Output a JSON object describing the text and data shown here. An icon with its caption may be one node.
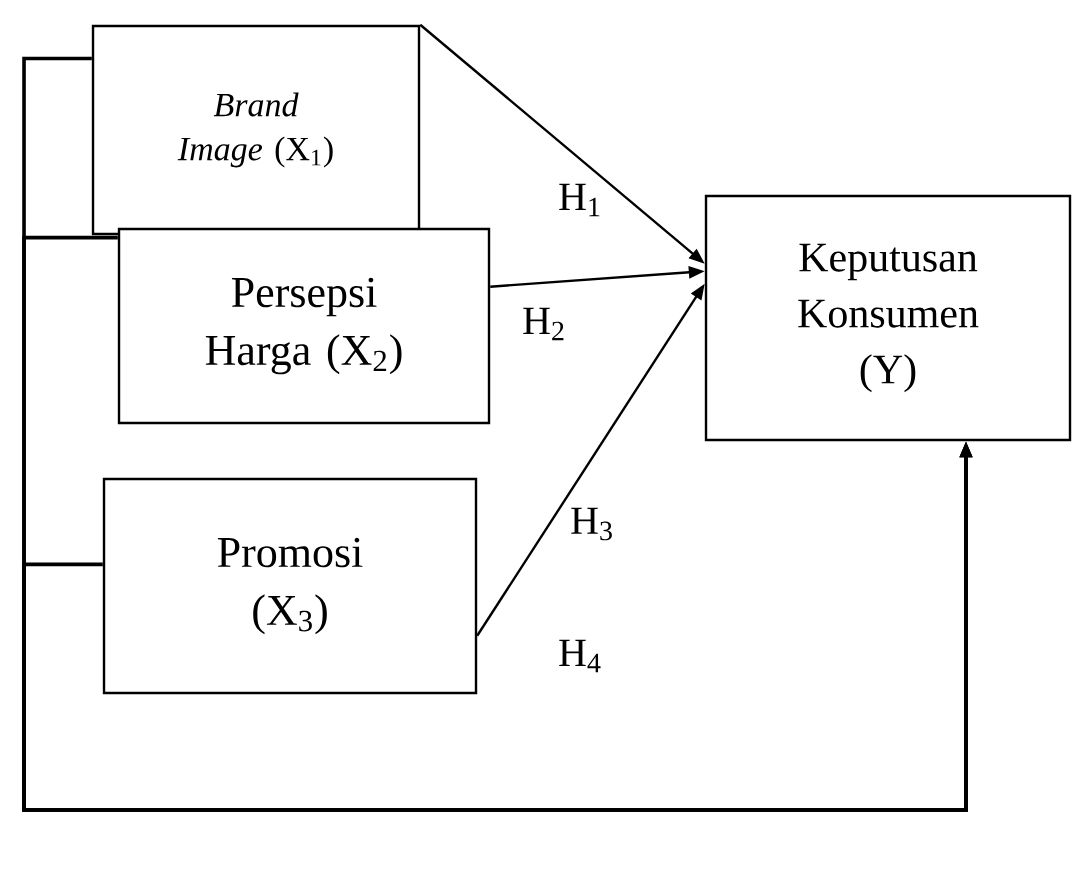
{
  "diagram": {
    "nodes": [
      {
        "text": [
          "*Brand Image* (X$_{1}$)"
        ]
      },
      {
        "text": [
          "Persepsi Harga (X$_{2}$)"
        ]
      },
      {
        "text": [
          "Promosi (X$_{3}$)"
        ]
      },
      {
        "text": [
          "Keputusan Konsumen (Y)"
        ]
      }
    ],
    "edges": [
      {
        "from": 0,
        "to": 3,
        "arrow": "to",
        "label": "H$_{1}$"
      },
      {
        "from": 1,
        "to": 3,
        "arrow": "to",
        "label": "H$_{2}$"
      },
      {
        "from": 2,
        "to": 3,
        "arrow": "to",
        "label": "H$_{3}$"
      },
      {
        "from": 0,
        "to": 3,
        "arrow": "to",
        "label": "H$_{4}$"
      },
      {
        "from": 1,
        "to": 3,
        "arrow": "to"
      },
      {
        "from": 2,
        "to": 3,
        "arrow": "to"
      }
    ]
  }
}
